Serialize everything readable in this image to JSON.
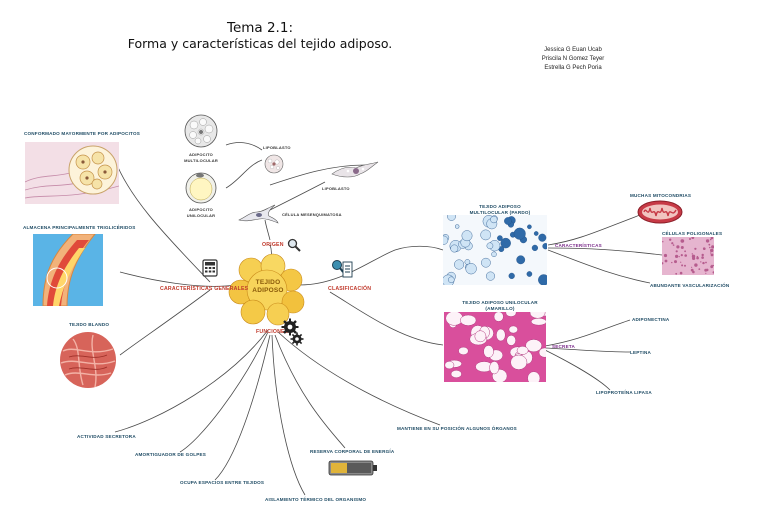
{
  "title": {
    "line1": "Tema 2.1:",
    "line2": "Forma y características del tejido adiposo."
  },
  "authors": [
    "Jessica G Euan Ucab",
    "Priscila N Gomez Teyer",
    "Estrella G Pech Poria"
  ],
  "center": {
    "line1": "TEJIDO",
    "line2": "ADIPOSO"
  },
  "branches": {
    "origen": "ORIGEN",
    "caracteristicas_generales": "CARACTERÍSTICAS GENERALES",
    "clasificacion": "CLASIFICACIÓN",
    "funciones": "FUNCIONES"
  },
  "origen_labels": {
    "adipocito_multilocular": "ADIPOCITO MULTILOCULAR",
    "adipocito_unilocular": "ADIPOCITO UNILOCULAR",
    "lipoblasto_top": "LIPOBLASTO",
    "lipoblasto_right": "LIPOBLASTO",
    "celula_mesenquimatosa": "CÉLULA MESENQUIMATOSA"
  },
  "generales_labels": {
    "conformado": "CONFORMADO MAYORMENTE POR ADIPOCITOS",
    "almacena": "ALMACENA PRINCIPALMENTE TRIGLICÉRIDOS",
    "tejido_blando": "TEJIDO BLANDO"
  },
  "clasificacion_labels": {
    "multilocular_title": "TEJIDO ADIPOSO MULTILOCULAR (PARDO)",
    "caracteristicas": "CARACTERÍSTICAS",
    "muchas_mitocondrias": "MUCHAS MITOCONDRIAS",
    "celulas_poligonales": "CÉLULAS POLIGONALES",
    "abundante_vascularizacion": "ABUNDANTE VASCULARIZACIÓN",
    "unilocular_title": "TEJIDO ADIPOSO UNILOCULAR (AMARILLO)",
    "secreta": "SECRETA",
    "adiponectina": "ADIPONECTINA",
    "leptina": "LEPTINA",
    "lipoproteina_lipasa": "LIPOPROTEÍNA LIPASA"
  },
  "funciones_labels": {
    "actividad_secretora": "ACTIVIDAD SECRETORA",
    "amortiguador": "AMORTIGUADOR DE GOLPES",
    "ocupa_espacios": "OCUPA ESPACIOS ENTRE TEJIDOS",
    "aislamiento": "AISLAMIENTO TÉRMICO DEL ORGANISMO",
    "reserva": "RESERVA CORPORAL DE ENERGÍA",
    "mantiene": "MANTIENE EN SU POSICIÓN ALGUNOS ÓRGANOS"
  },
  "icons": {
    "search": "magnifier-icon",
    "calculator": "calculator-icon",
    "gears": "gears-icon",
    "classification": "classification-icon",
    "battery": "battery-icon"
  },
  "colors": {
    "line": "#4a4a4a",
    "label_teal": "#1d4a63",
    "label_red": "#c0392b",
    "label_purple": "#7a2a8a",
    "center_yellow": "#f5c542"
  }
}
